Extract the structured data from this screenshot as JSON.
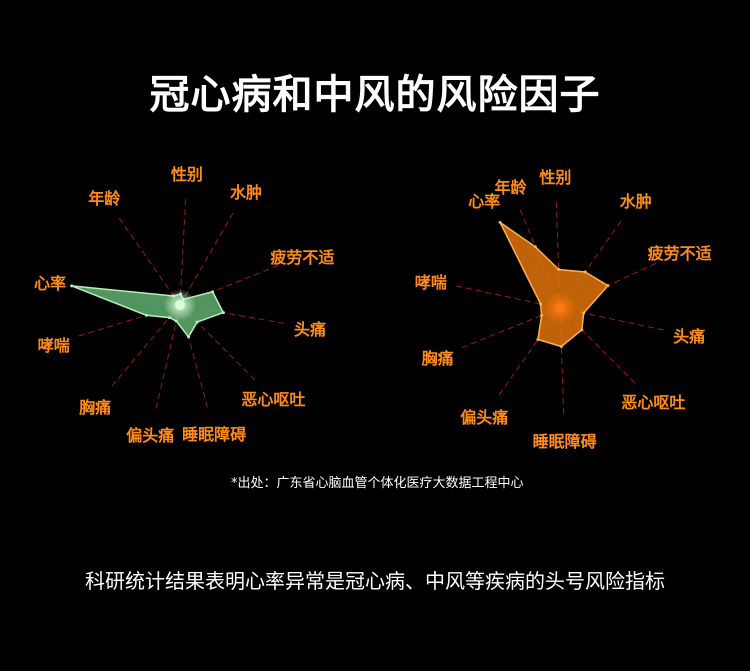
{
  "title": "冠心病和中风的风险因子",
  "source": "*出处：广东省心脑血管个体化医疗大数据工程中心",
  "conclusion": "科研统计结果表明心率异常是冠心病、中风等疾病的头号风险指标",
  "colors": {
    "background": "#000000",
    "label": "#ff8a1c",
    "left_fill": "#5fae70",
    "left_stroke": "#b6f0bf",
    "left_center": "#d9ffd9",
    "right_fill": "#e0730a",
    "right_stroke": "#ffb050",
    "right_center": "#ff7a10",
    "grid": "#9a1a1a"
  },
  "chart_data": [
    {
      "type": "radar",
      "title": "",
      "categories": [
        "性别",
        "水肿",
        "疲劳不适",
        "头痛",
        "恶心呕吐",
        "睡眠障碍",
        "偏头痛",
        "胸痛",
        "哮喘",
        "心率",
        "年龄"
      ],
      "values": [
        0.1,
        0.06,
        0.32,
        0.4,
        0.22,
        0.3,
        0.15,
        0.15,
        0.32,
        1.0,
        0.1
      ],
      "grid": true,
      "legend": "none"
    },
    {
      "type": "radar",
      "title": "",
      "categories": [
        "性别",
        "水肿",
        "疲劳不适",
        "头痛",
        "恶心呕吐",
        "睡眠障碍",
        "偏头痛",
        "胸痛",
        "哮喘",
        "心率",
        "年龄"
      ],
      "values": [
        0.35,
        0.4,
        0.48,
        0.22,
        0.28,
        0.35,
        0.35,
        0.18,
        0.18,
        0.95,
        0.6
      ],
      "grid": true,
      "legend": "none"
    }
  ]
}
